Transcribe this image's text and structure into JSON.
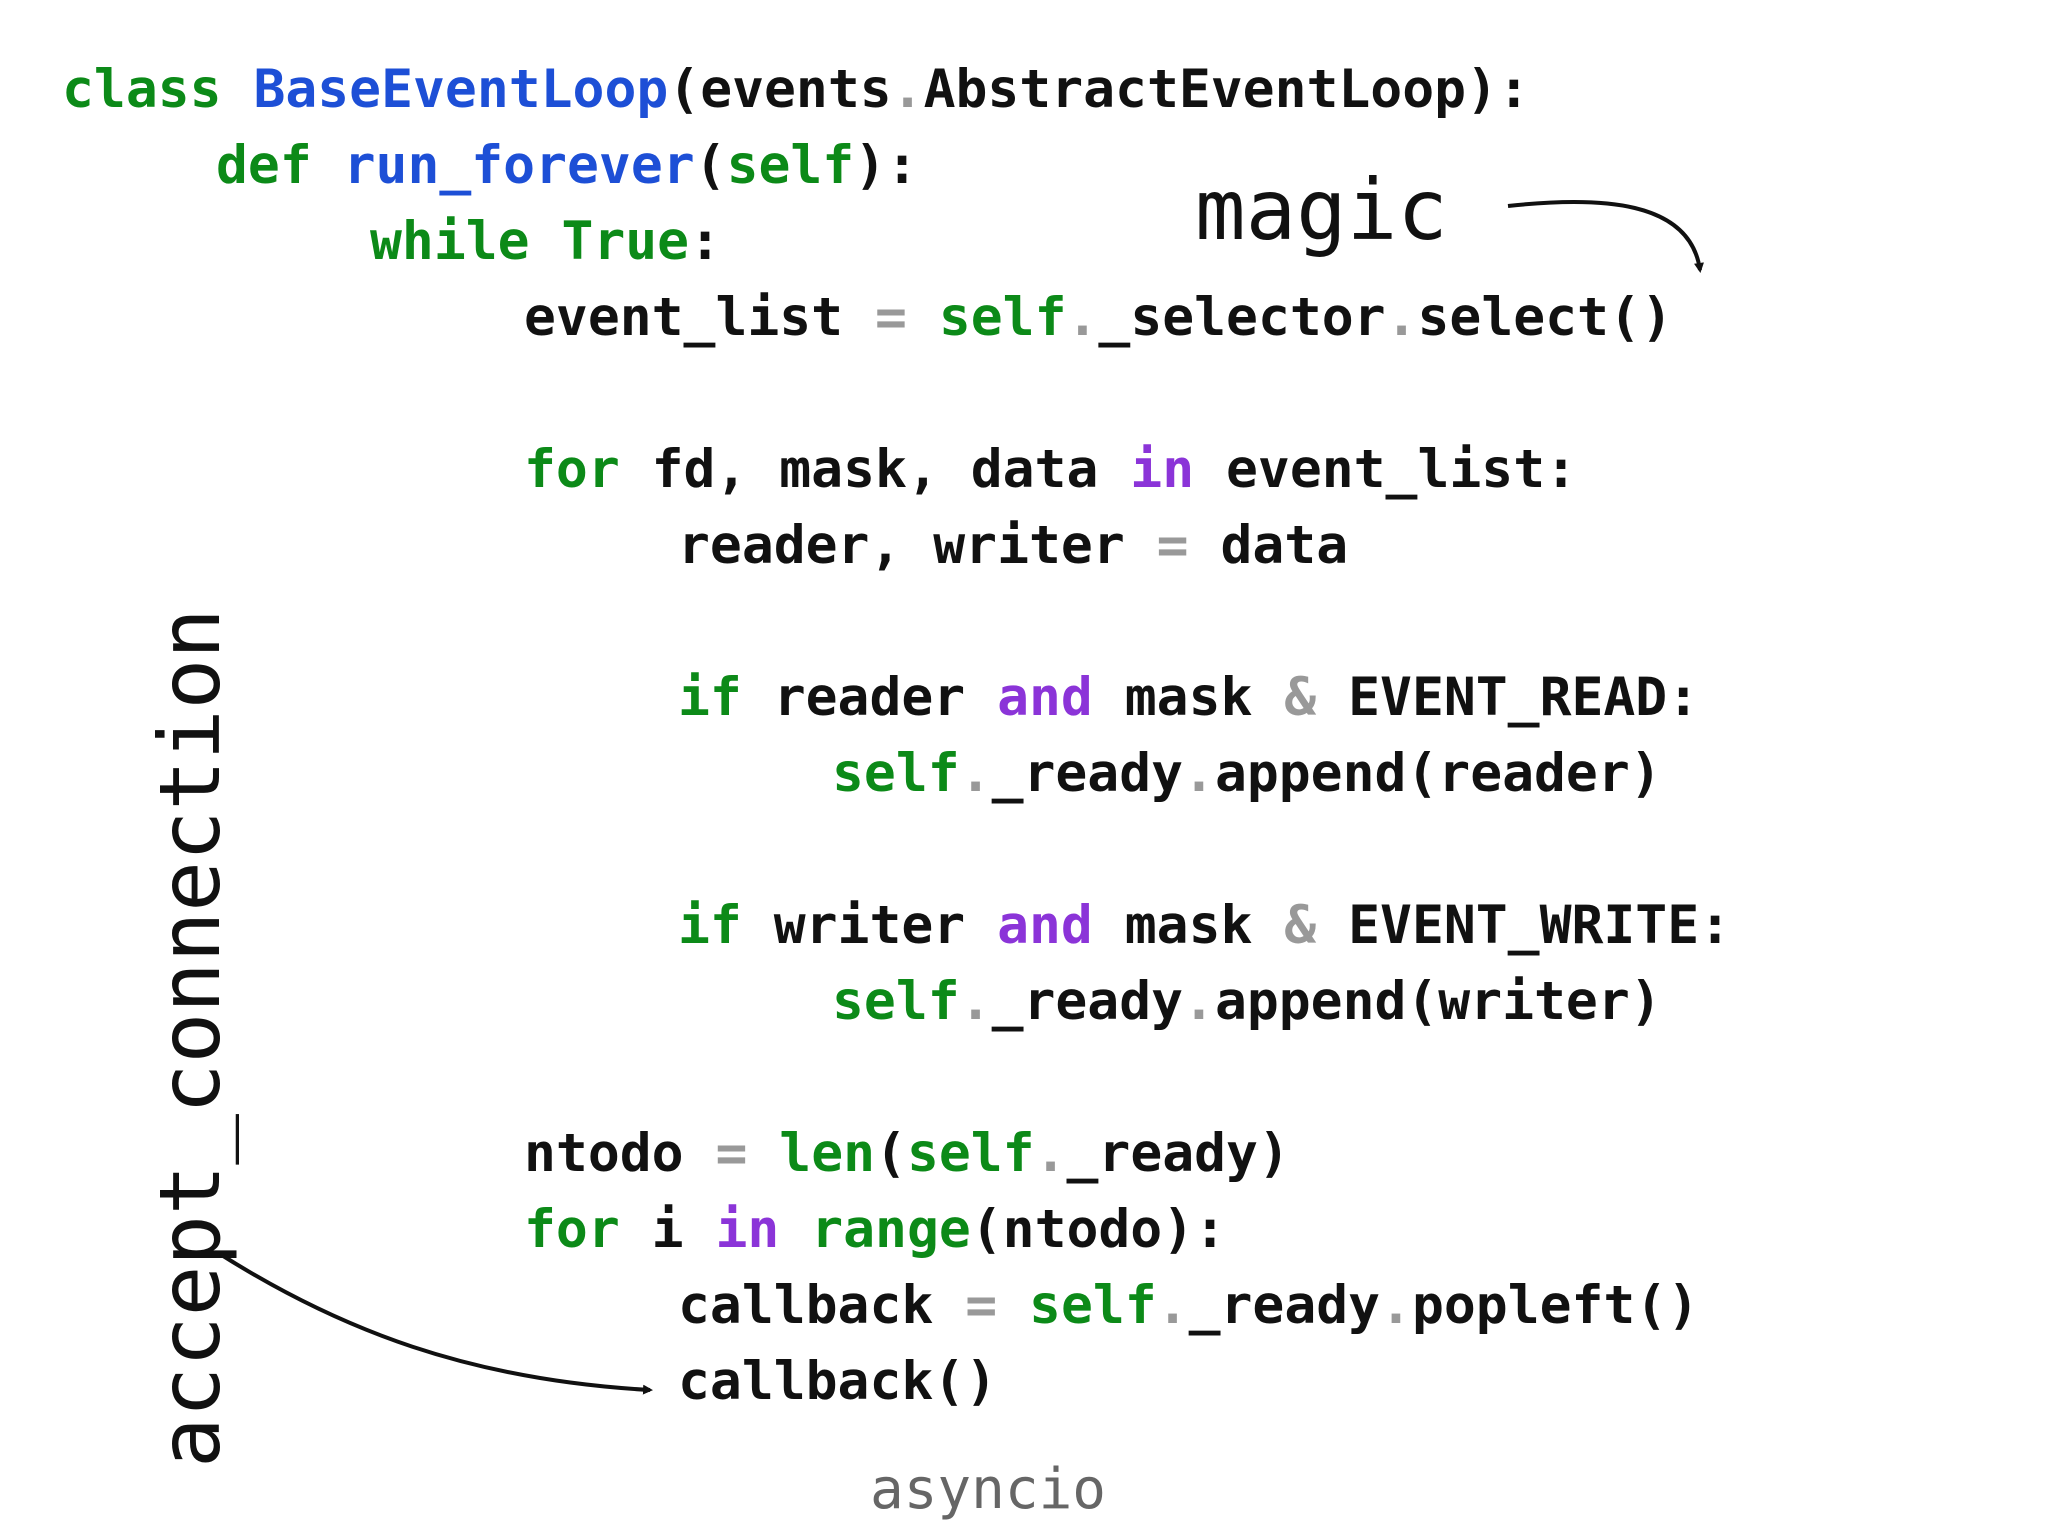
{
  "code": {
    "l1": {
      "t1": "class ",
      "t2": "BaseEventLoop",
      "t3": "(events",
      "t4": ".",
      "t5": "AbstractEventLoop):"
    },
    "l2": {
      "t1": "def ",
      "t2": "run_forever",
      "t3": "(",
      "t4": "self",
      "t5": "):"
    },
    "l3": {
      "t1": "while ",
      "t2": "True",
      "t3": ":"
    },
    "l4": {
      "t1": "event_list ",
      "t2": "=",
      "t3": " ",
      "t4": "self",
      "t5": ".",
      "t6": "_selector",
      "t7": ".",
      "t8": "select()"
    },
    "l5": {
      "t1": "for ",
      "t2": "fd, mask, data ",
      "t3": "in",
      "t4": " event_list:"
    },
    "l6": {
      "t1": "reader, writer ",
      "t2": "=",
      "t3": " data"
    },
    "l7": {
      "t1": "if ",
      "t2": "reader ",
      "t3": "and",
      "t4": " mask ",
      "t5": "&",
      "t6": " EVENT_READ:"
    },
    "l8": {
      "t1": "self",
      "t2": ".",
      "t3": "_ready",
      "t4": ".",
      "t5": "append(reader)"
    },
    "l9": {
      "t1": "if ",
      "t2": "writer ",
      "t3": "and",
      "t4": " mask ",
      "t5": "&",
      "t6": " EVENT_WRITE:"
    },
    "l10": {
      "t1": "self",
      "t2": ".",
      "t3": "_ready",
      "t4": ".",
      "t5": "append(writer)"
    },
    "l11": {
      "t1": "ntodo ",
      "t2": "=",
      "t3": " ",
      "t4": "len",
      "t5": "(",
      "t6": "self",
      "t7": ".",
      "t8": "_ready)"
    },
    "l12": {
      "t1": "for ",
      "t2": "i ",
      "t3": "in",
      "t4": " ",
      "t5": "range",
      "t6": "(ntodo):"
    },
    "l13": {
      "t1": "callback ",
      "t2": "=",
      "t3": " ",
      "t4": "self",
      "t5": ".",
      "t6": "_ready",
      "t7": ".",
      "t8": "popleft()"
    },
    "l14": {
      "t1": "callback()"
    }
  },
  "annotations": {
    "magic": "magic",
    "accept_connection": "accept_connection"
  },
  "caption": "asyncio",
  "colors": {
    "keyword": "#0c8a18",
    "class_function_name": "#1d4fd6",
    "operator_keyword": "#8b34d8",
    "punctuation": "#999999",
    "text": "#111111"
  }
}
